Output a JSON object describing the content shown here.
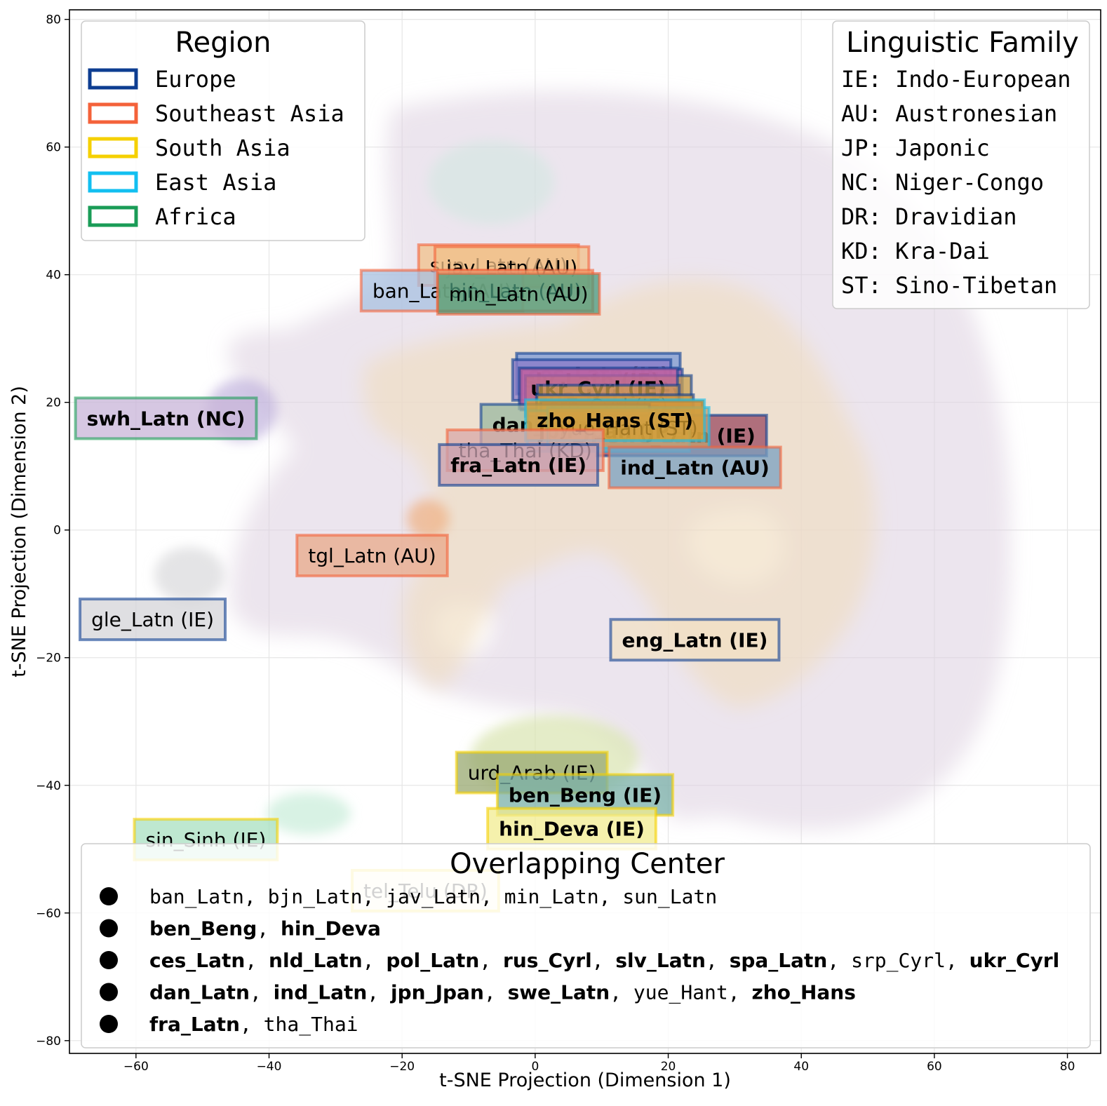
{
  "chart_data": {
    "type": "scatter",
    "xlabel": "t-SNE Projection (Dimension 1)",
    "ylabel": "t-SNE Projection (Dimension 2)",
    "xlim": [
      -70,
      85
    ],
    "ylim": [
      -82,
      81.5
    ],
    "xticks": [
      -60,
      -40,
      -20,
      0,
      20,
      40,
      60,
      80
    ],
    "yticks": [
      -80,
      -60,
      -40,
      -20,
      0,
      20,
      40,
      60,
      80
    ],
    "xtick_labels": [
      "−60",
      "−40",
      "−20",
      "0",
      "20",
      "40",
      "60",
      "80"
    ],
    "ytick_labels": [
      "−80",
      "−60",
      "−40",
      "−20",
      "0",
      "20",
      "40",
      "60",
      "80"
    ],
    "grid": true,
    "region_colors": {
      "Europe": "#0d3d91",
      "Southeast Asia": "#f4623a",
      "South Asia": "#f5d000",
      "East Asia": "#12bff0",
      "Africa": "#1a9c57"
    },
    "labels": [
      {
        "text": "sun_Latn (AU)",
        "x": -5.5,
        "y": 41.5,
        "region": "Southeast Asia",
        "fill": "#f2c08a",
        "bold": false
      },
      {
        "text": "jav_Latn (AU)",
        "x": -3.5,
        "y": 41.2,
        "region": "Southeast Asia",
        "fill": "#f2c08a",
        "bold": false
      },
      {
        "text": "ban_Latn (AU)",
        "x": -14,
        "y": 37.5,
        "region": "Southeast Asia",
        "fill": "#a8c0e0",
        "bold": false
      },
      {
        "text": "bjn_Latn (AU)",
        "x": -3,
        "y": 37.5,
        "region": "Southeast Asia",
        "fill": "#e8c890",
        "bold": false
      },
      {
        "text": "min_Latn (AU)",
        "x": -2.5,
        "y": 37.0,
        "region": "Southeast Asia",
        "fill": "#4a9a7c",
        "bold": false
      },
      {
        "text": "ces_Latn (IE)",
        "x": 9.5,
        "y": 24.5,
        "region": "Europe",
        "fill": "#7a9ad8",
        "bold": true
      },
      {
        "text": "slv_Latn (IE)",
        "x": 8.5,
        "y": 23.5,
        "region": "Europe",
        "fill": "#8a7ac8",
        "bold": true
      },
      {
        "text": "pol_Latn (IE)",
        "x": 10,
        "y": 22.0,
        "region": "Europe",
        "fill": "#b070b0",
        "bold": true
      },
      {
        "text": "spa_Latn (IE)",
        "x": 11,
        "y": 21.0,
        "region": "Europe",
        "fill": "#c8a050",
        "bold": true
      },
      {
        "text": "ukr_Cyrl (IE)",
        "x": 9.5,
        "y": 22.2,
        "region": "Europe",
        "fill": "#c060a0",
        "bold": true
      },
      {
        "text": "srp_Cyrl (IE)",
        "x": 11,
        "y": 19.5,
        "region": "Europe",
        "fill": "#d0a050",
        "bold": false
      },
      {
        "text": "rus_Cyrl (IE)",
        "x": 12,
        "y": 18.0,
        "region": "Europe",
        "fill": "#d09840",
        "bold": true
      },
      {
        "text": "nld_Latn (IE)",
        "x": 13,
        "y": 17.0,
        "region": "Europe",
        "fill": "#b07070",
        "bold": true
      },
      {
        "text": "dan_Latn (IE)",
        "x": 4.5,
        "y": 16.5,
        "region": "Europe",
        "fill": "#9ab8a0",
        "bold": true
      },
      {
        "text": "swe_Latn (IE)",
        "x": 22,
        "y": 14.8,
        "region": "Europe",
        "fill": "#9a4a60",
        "bold": true
      },
      {
        "text": "jpn_Jpan (JP)",
        "x": 11,
        "y": 15.5,
        "region": "East Asia",
        "fill": "#b0a0a0",
        "bold": true
      },
      {
        "text": "yue_Hant (ST)",
        "x": 14,
        "y": 16.0,
        "region": "East Asia",
        "fill": "#c0a070",
        "bold": false
      },
      {
        "text": "zho_Hans (ST)",
        "x": 12,
        "y": 17.2,
        "region": "East Asia",
        "fill": "#d8a030",
        "bold": true
      },
      {
        "text": "tha_Thai (KD)",
        "x": -1.5,
        "y": 12.5,
        "region": "Southeast Asia",
        "fill": "#d8a8a8",
        "bold": false
      },
      {
        "text": "fra_Latn (IE)",
        "x": -2.5,
        "y": 10.2,
        "region": "Europe",
        "fill": "#c8a0b0",
        "bold": true
      },
      {
        "text": "ind_Latn (AU)",
        "x": 24,
        "y": 9.8,
        "region": "Southeast Asia",
        "fill": "#7aa0c0",
        "bold": true
      },
      {
        "text": "swh_Latn (NC)",
        "x": -55.5,
        "y": 17.5,
        "region": "Africa",
        "fill": "#c8b4d8",
        "bold": true
      },
      {
        "text": "tgl_Latn (AU)",
        "x": -24.5,
        "y": -4.0,
        "region": "Southeast Asia",
        "fill": "#e8a888",
        "bold": false
      },
      {
        "text": "gle_Latn (IE)",
        "x": -57.5,
        "y": -14.0,
        "region": "Europe",
        "fill": "#d4d4d8",
        "bold": false
      },
      {
        "text": "eng_Latn (IE)",
        "x": 24,
        "y": -17.2,
        "region": "Europe",
        "fill": "#f2e0c4",
        "bold": true
      },
      {
        "text": "urd_Arab (IE)",
        "x": -0.5,
        "y": -38.0,
        "region": "South Asia",
        "fill": "#98a870",
        "bold": false
      },
      {
        "text": "ben_Beng (IE)",
        "x": 7.5,
        "y": -41.5,
        "region": "South Asia",
        "fill": "#7ab0a8",
        "bold": true
      },
      {
        "text": "hin_Deva (IE)",
        "x": 5.5,
        "y": -46.8,
        "region": "South Asia",
        "fill": "#f2ec90",
        "bold": true
      },
      {
        "text": "sin_Sinh (IE)",
        "x": -49.5,
        "y": -48.5,
        "region": "South Asia",
        "fill": "#a8e0c0",
        "bold": false
      },
      {
        "text": "tel_Telu (DR)",
        "x": -16.5,
        "y": -56.5,
        "region": "South Asia",
        "fill": "#fbf4d8",
        "bold": false
      }
    ],
    "legend_region": {
      "title": "Region",
      "placement": "top-left",
      "entries": [
        {
          "label": "Europe",
          "color": "#0d3d91"
        },
        {
          "label": "Southeast Asia",
          "color": "#f4623a"
        },
        {
          "label": "South Asia",
          "color": "#f5d000"
        },
        {
          "label": "East Asia",
          "color": "#12bff0"
        },
        {
          "label": "Africa",
          "color": "#1a9c57"
        }
      ]
    },
    "legend_family": {
      "title": "Linguistic Family",
      "placement": "top-right",
      "entries": [
        "IE: Indo-European",
        "AU: Austronesian",
        "JP: Japonic",
        "NC: Niger-Congo",
        "DR: Dravidian",
        "KD: Kra-Dai",
        "ST: Sino-Tibetan"
      ]
    },
    "legend_overlap": {
      "title": "Overlapping Center",
      "placement": "bottom",
      "rows": [
        [
          {
            "t": "ban_Latn",
            "b": false
          },
          {
            "t": "bjn_Latn",
            "b": false
          },
          {
            "t": "jav_Latn",
            "b": false
          },
          {
            "t": "min_Latn",
            "b": false
          },
          {
            "t": "sun_Latn",
            "b": false
          }
        ],
        [
          {
            "t": "ben_Beng",
            "b": true
          },
          {
            "t": "hin_Deva",
            "b": true
          }
        ],
        [
          {
            "t": "ces_Latn",
            "b": true
          },
          {
            "t": "nld_Latn",
            "b": true
          },
          {
            "t": "pol_Latn",
            "b": true
          },
          {
            "t": "rus_Cyrl",
            "b": true
          },
          {
            "t": "slv_Latn",
            "b": true
          },
          {
            "t": "spa_Latn",
            "b": true
          },
          {
            "t": "srp_Cyrl",
            "b": false
          },
          {
            "t": "ukr_Cyrl",
            "b": true
          }
        ],
        [
          {
            "t": "dan_Latn",
            "b": true
          },
          {
            "t": "ind_Latn",
            "b": true
          },
          {
            "t": "jpn_Jpan",
            "b": true
          },
          {
            "t": "swe_Latn",
            "b": true
          },
          {
            "t": "yue_Hant",
            "b": false
          },
          {
            "t": "zho_Hans",
            "b": true
          }
        ],
        [
          {
            "t": "fra_Latn",
            "b": true
          },
          {
            "t": "tha_Thai",
            "b": false
          }
        ]
      ]
    }
  }
}
